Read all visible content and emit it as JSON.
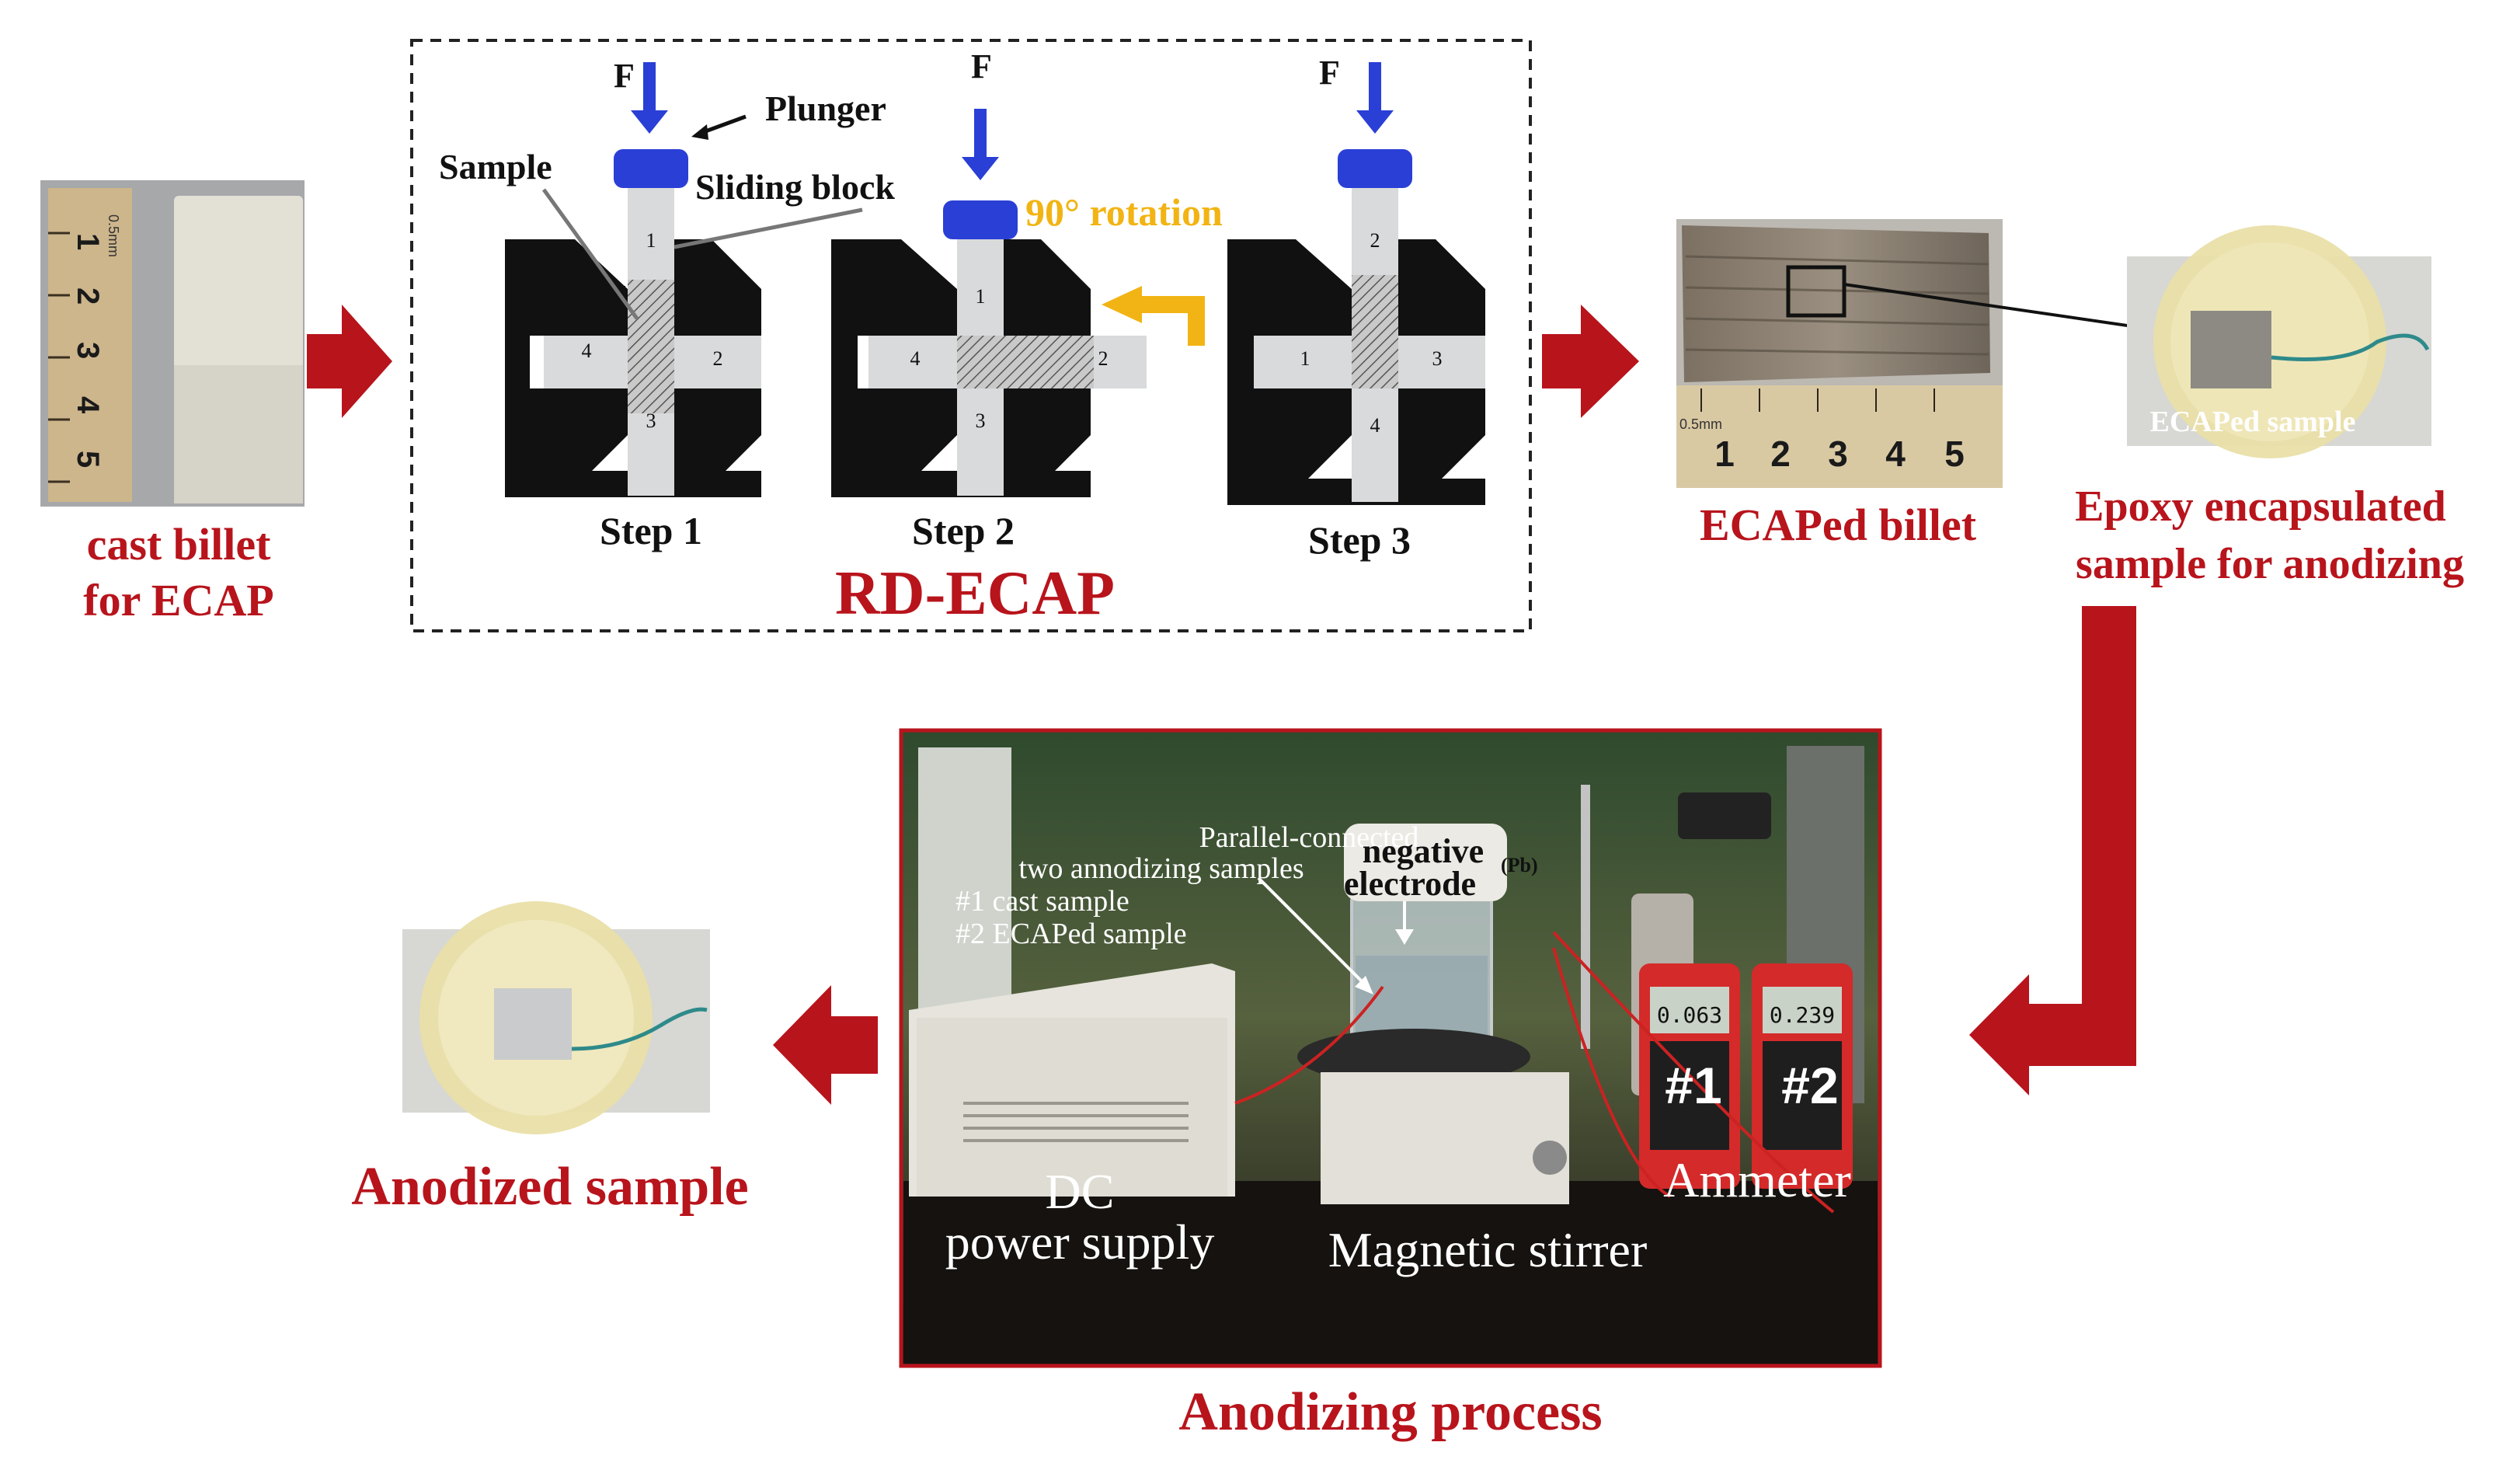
{
  "colors": {
    "accent_red": "#b8141c",
    "plunger_blue": "#2a3fd6",
    "die_black": "#111111",
    "channel_grey": "#d9dadb",
    "rotation_yellow": "#f2b414"
  },
  "cast_billet": {
    "caption_line1": "cast billet",
    "caption_line2": "for ECAP",
    "ruler_unit": "0.5mm",
    "ruler_numbers": [
      "1",
      "2",
      "3",
      "4",
      "5"
    ]
  },
  "rd_ecap": {
    "title": "RD-ECAP",
    "force_label": "F",
    "plunger_label": "Plunger",
    "sample_label": "Sample",
    "sliding_block_label": "Sliding block",
    "rotation_label": "90° rotation",
    "steps": [
      {
        "label": "Step 1",
        "top": "1",
        "left": "4",
        "right": "2",
        "bottom": "3"
      },
      {
        "label": "Step 2",
        "top": "1",
        "left": "4",
        "right": "2",
        "bottom": "3"
      },
      {
        "label": "Step 3",
        "top": "2",
        "left": "1",
        "right": "3",
        "bottom": "4"
      }
    ]
  },
  "ecaped_billet": {
    "caption": "ECAPed billet",
    "ruler_unit": "0.5mm",
    "ruler_numbers": [
      "1",
      "2",
      "3",
      "4",
      "5"
    ]
  },
  "epoxy_sample": {
    "caption_line1": "Epoxy encapsulated",
    "caption_line2": "sample for anodizing",
    "photo_label": "ECAPed  sample"
  },
  "anodizing_process": {
    "caption": "Anodizing process",
    "labels": {
      "parallel_line1": "Parallel-connected",
      "parallel_line2": "two annodizing samples",
      "parallel_line3": "#1 cast sample",
      "parallel_line4": "#2 ECAPed sample",
      "negative_line1": "negative",
      "negative_line2": "electrode",
      "negative_sup": "(Pb)",
      "meter1": "#1",
      "meter2": "#2",
      "meter1_reading": "0.063",
      "meter2_reading": "0.239",
      "dc_line1": "DC",
      "dc_line2": "power supply",
      "stirrer": "Magnetic stirrer",
      "ammeter": "Ammeter"
    }
  },
  "anodized_sample": {
    "caption": "Anodized sample"
  }
}
